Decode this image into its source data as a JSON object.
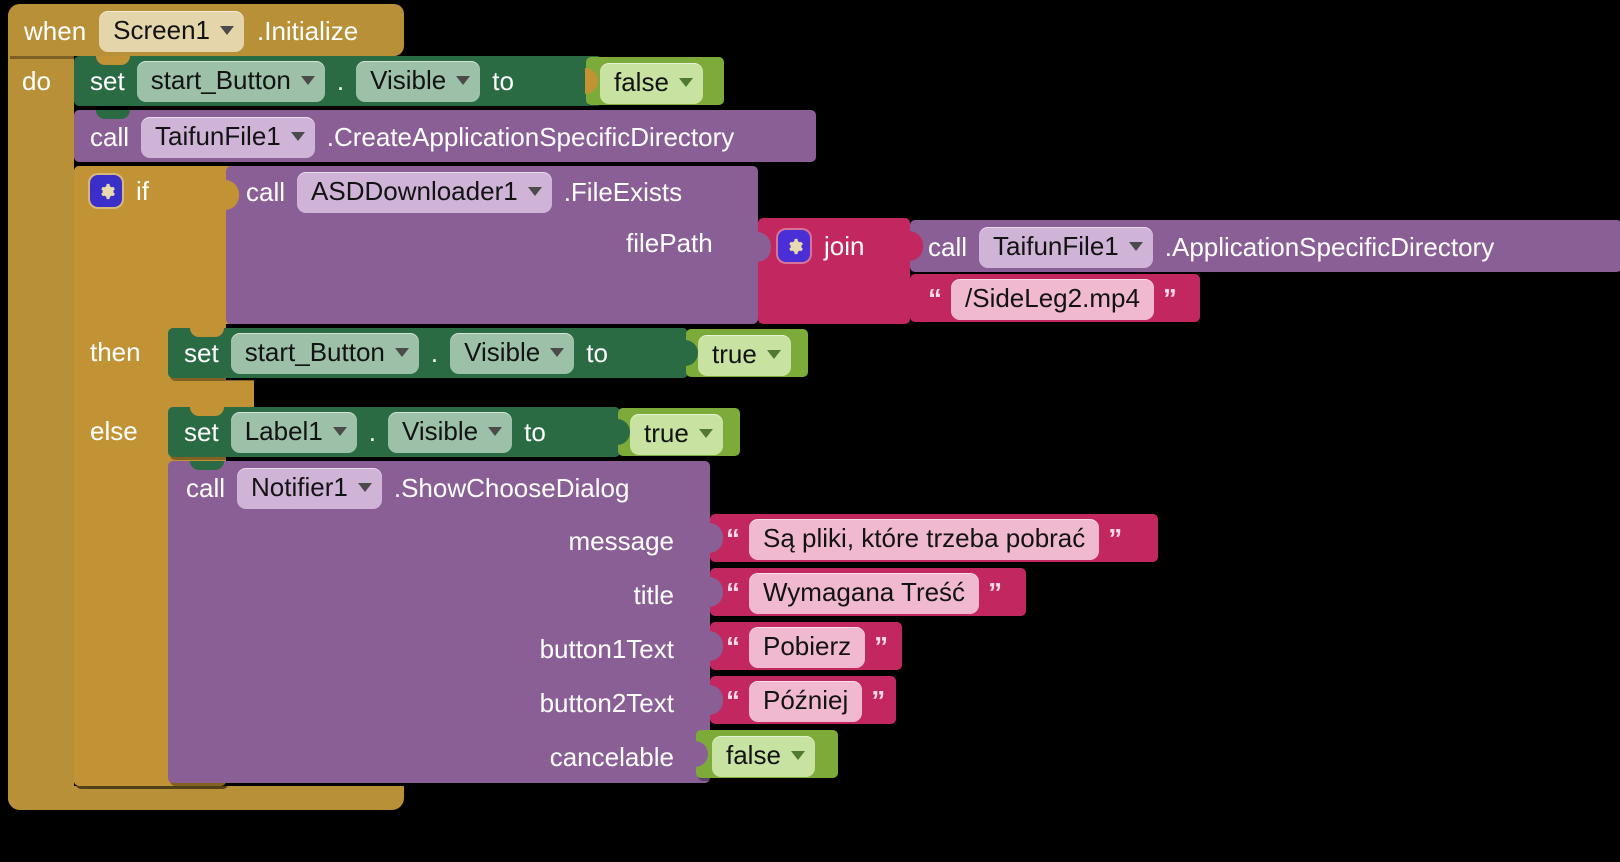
{
  "workspace": {
    "title": "MIT App Inventor Blocks Editor",
    "background": "#000000"
  },
  "colors": {
    "event": "#b79038",
    "control": "#c19334",
    "setter": "#2a6b43",
    "call": "#8a5f96",
    "text": "#c2285f",
    "logic": "#7cab3a",
    "gear": "#3b2fc9"
  },
  "event_block": {
    "keyword_when": "when",
    "component": "Screen1",
    "event": ".Initialize",
    "do_label": "do"
  },
  "statements": {
    "set_start_button_false": {
      "keyword": "set",
      "component": "start_Button",
      "dot": ".",
      "property": "Visible",
      "to": "to",
      "value": "false"
    },
    "call_create_dir": {
      "keyword": "call",
      "component": "TaifunFile1",
      "method": ".CreateApplicationSpecificDirectory"
    }
  },
  "if_block": {
    "gear_icon": "gear-icon",
    "if_label": "if",
    "then_label": "then",
    "else_label": "else",
    "condition": {
      "keyword": "call",
      "component": "ASDDownloader1",
      "method": ".FileExists",
      "param_label": "filePath",
      "value": {
        "gear_icon": "gear-icon",
        "name": "join",
        "items": [
          {
            "type": "call",
            "keyword": "call",
            "component": "TaifunFile1",
            "method": ".ApplicationSpecificDirectory"
          },
          {
            "type": "text",
            "open_quote": "“",
            "value": "/SideLeg2.mp4",
            "close_quote": "”"
          }
        ]
      }
    },
    "then_body": {
      "keyword": "set",
      "component": "start_Button",
      "dot": ".",
      "property": "Visible",
      "to": "to",
      "value": "true"
    },
    "else_body": [
      {
        "keyword": "set",
        "component": "Label1",
        "dot": ".",
        "property": "Visible",
        "to": "to",
        "value": "true"
      },
      {
        "keyword": "call",
        "component": "Notifier1",
        "method": ".ShowChooseDialog",
        "params": [
          {
            "name": "message",
            "kind": "text",
            "open_quote": "“",
            "value": "Są pliki, które trzeba pobrać",
            "close_quote": "”"
          },
          {
            "name": "title",
            "kind": "text",
            "open_quote": "“",
            "value": "Wymagana Treść",
            "close_quote": "”"
          },
          {
            "name": "button1Text",
            "kind": "text",
            "open_quote": "“",
            "value": "Pobierz",
            "close_quote": "”"
          },
          {
            "name": "button2Text",
            "kind": "text",
            "open_quote": "“",
            "value": "Później",
            "close_quote": "”"
          },
          {
            "name": "cancelable",
            "kind": "logic",
            "value": "false"
          }
        ]
      }
    ]
  }
}
